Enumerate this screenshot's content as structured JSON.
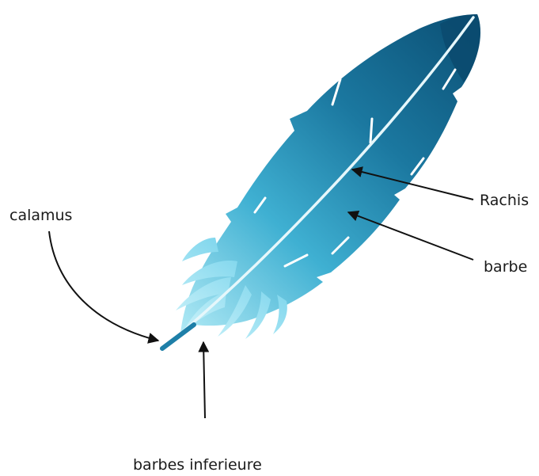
{
  "labels": {
    "calamus": "calamus",
    "rachis": "Rachis",
    "barbe": "barbe",
    "barbes_inferieure": "barbes inferieure"
  },
  "colors": {
    "feather_tip": "#0b4f74",
    "feather_mid": "#2f9fc4",
    "feather_base": "#aeeaf7",
    "rachis": "#e6f7fb",
    "arrow": "#111111",
    "text": "#1a1a1a"
  }
}
